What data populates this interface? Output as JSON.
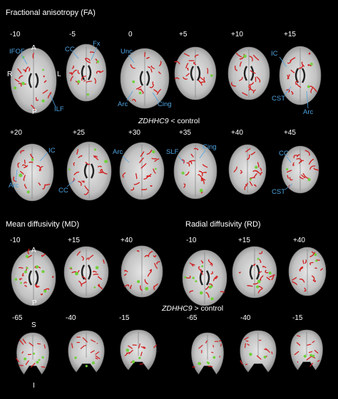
{
  "titles": {
    "fa": "Fractional anisotropy (FA)",
    "md": "Mean diffusivity (MD)",
    "rd": "Radial diffusivity (RD)"
  },
  "contrasts": {
    "less_gene": "ZDHHC9",
    "less_rest": " < control",
    "greater_gene": "ZDHHC9",
    "greater_rest": " > control"
  },
  "fa_row1": [
    "-10",
    "-5",
    "0",
    "+5",
    "+10",
    "+15"
  ],
  "fa_row2": [
    "+20",
    "+25",
    "+30",
    "+35",
    "+40",
    "+45"
  ],
  "md_row": [
    "-10",
    "+15",
    "+40"
  ],
  "rd_row": [
    "-10",
    "+15",
    "+40"
  ],
  "coronal_row": [
    "-65",
    "-40",
    "-15",
    "-65",
    "-40",
    "-15"
  ],
  "orientation": {
    "anterior": "A",
    "posterior": "P",
    "right": "R",
    "left": "L",
    "superior": "S",
    "inferior": "I"
  },
  "tract_labels": {
    "ifof": "IFOF",
    "ilf": "ILF",
    "cc": "CC",
    "fx": "Fx",
    "unc": "Unc",
    "arc": "Arc",
    "cing": "Cing",
    "ic": "IC",
    "cst": "CST",
    "slf": "SLF"
  },
  "colors": {
    "background": "#000000",
    "brain": "#c8c8c8",
    "tract_skeleton": "#d11a1a",
    "significant": "#6fcf3a",
    "label_blue": "#4fa3e0"
  }
}
